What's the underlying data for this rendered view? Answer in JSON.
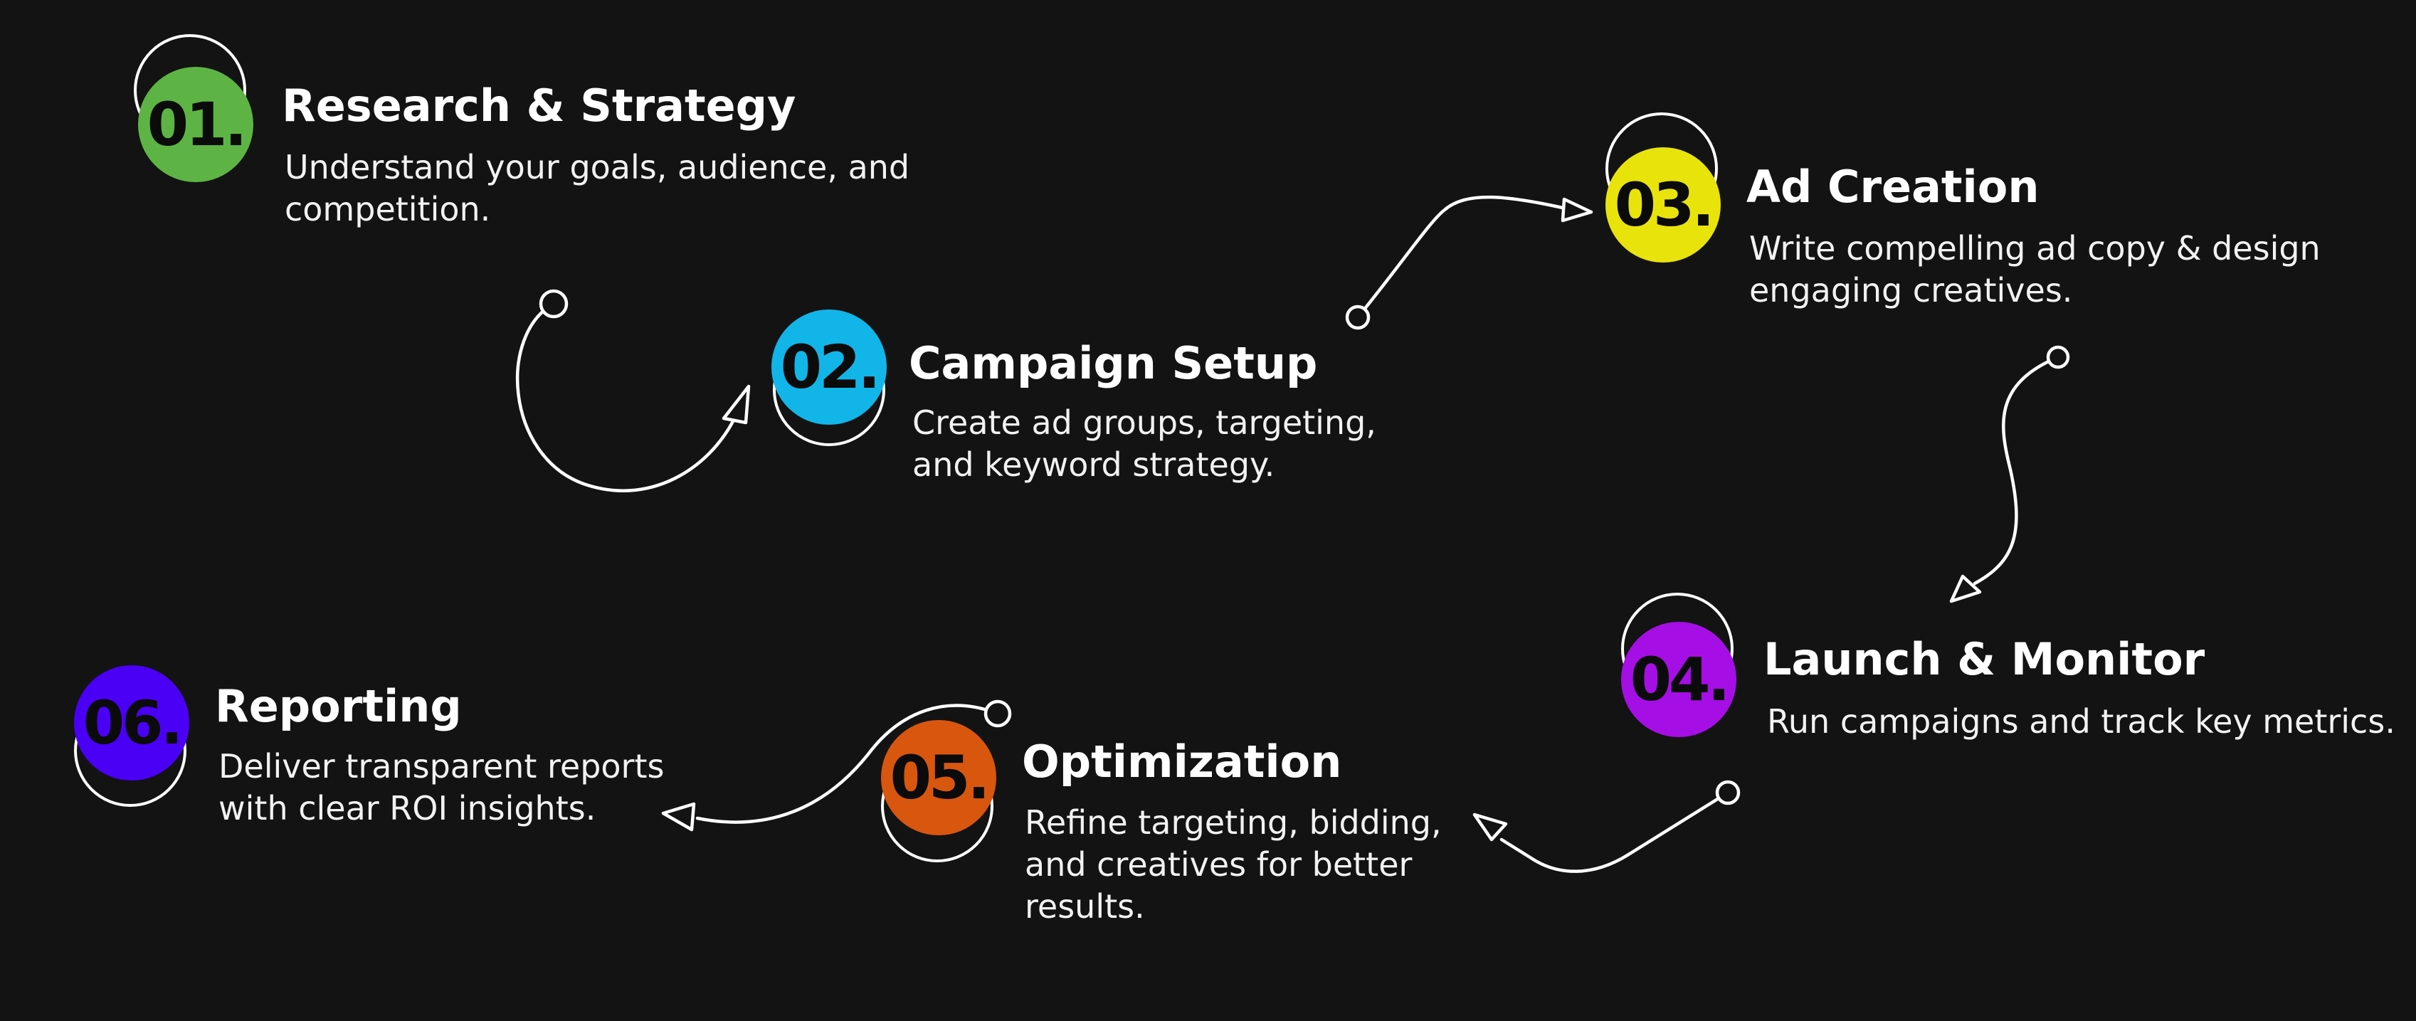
{
  "steps": [
    {
      "number": "01.",
      "title": "Research & Strategy",
      "description": "Understand your goals, audience, and competition.",
      "color": "#5db444"
    },
    {
      "number": "02.",
      "title": "Campaign Setup",
      "description": "Create ad groups, targeting, and keyword strategy.",
      "color": "#12b5e8"
    },
    {
      "number": "03.",
      "title": "Ad Creation",
      "description": "Write compelling ad copy & design engaging creatives.",
      "color": "#e9e30c"
    },
    {
      "number": "04.",
      "title": "Launch & Monitor",
      "description": "Run campaigns and track key metrics.",
      "color": "#a60ee6"
    },
    {
      "number": "05.",
      "title": "Optimization",
      "description": "Refine targeting, bidding, and creatives for better results.",
      "color": "#d9560f"
    },
    {
      "number": "06.",
      "title": "Reporting",
      "description": "Deliver transparent reports with clear ROI insights.",
      "color": "#4a00f5"
    }
  ],
  "theme": {
    "background": "#131313",
    "connector": "#ffffff",
    "text": "#ffffff"
  }
}
